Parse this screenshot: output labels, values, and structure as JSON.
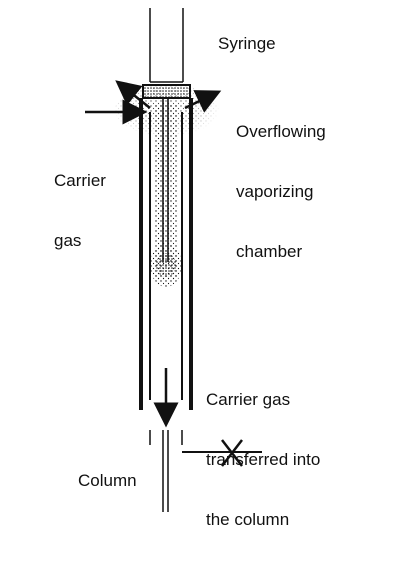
{
  "labels": {
    "syringe": "Syringe",
    "chamber": [
      "Overflowing",
      "vaporizing",
      "chamber"
    ],
    "carrier_gas": [
      "Carrier",
      "gas"
    ],
    "transfer": [
      "Carrier gas",
      "transferred into",
      "the column"
    ],
    "column": "Column"
  },
  "colors": {
    "ink": "#111111",
    "background": "#ffffff"
  }
}
